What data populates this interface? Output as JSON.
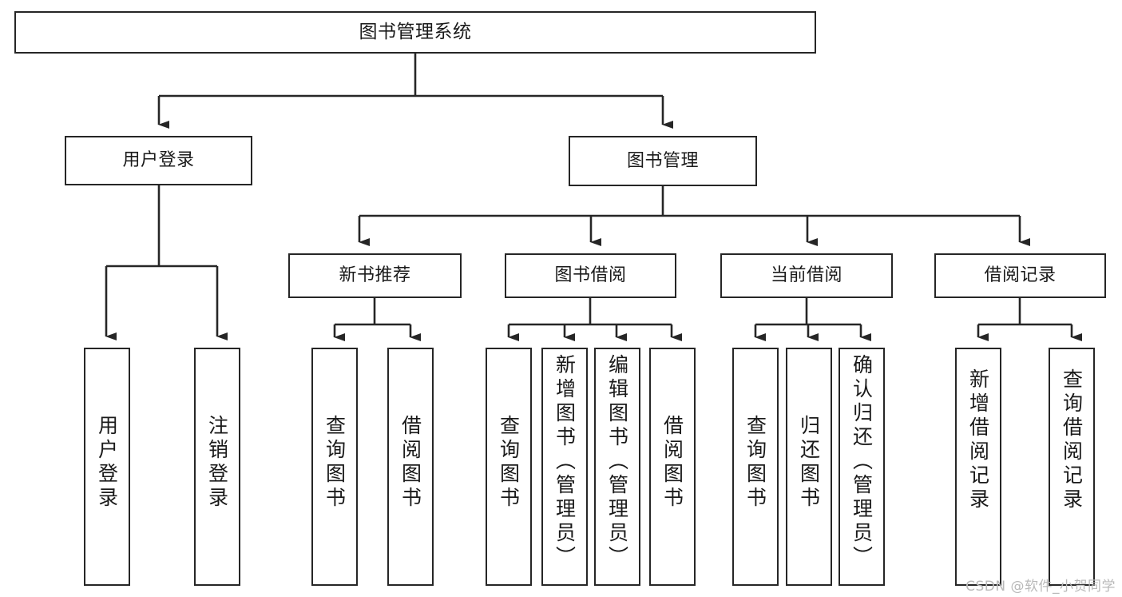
{
  "diagram": {
    "title": "图书管理系统",
    "type": "功能结构图",
    "colors": {
      "box_border": "#262626",
      "box_fill": "#ffffff",
      "connector": "#262626",
      "text": "#1a1a1a",
      "watermark": "#b9b9b9"
    },
    "watermark": "CSDN @软件_小贺同学",
    "nodes": {
      "root": {
        "label": "图书管理系统"
      },
      "level2": [
        {
          "id": "user-login",
          "label": "用户登录"
        },
        {
          "id": "book-management",
          "label": "图书管理"
        }
      ],
      "level3": [
        {
          "id": "new-book-recommend",
          "label": "新书推荐"
        },
        {
          "id": "book-borrow",
          "label": "图书借阅"
        },
        {
          "id": "current-borrow",
          "label": "当前借阅"
        },
        {
          "id": "borrow-record",
          "label": "借阅记录"
        }
      ],
      "leaves": {
        "user_login": [
          {
            "id": "leaf-user-login",
            "label": "用户登录"
          },
          {
            "id": "leaf-logout-login",
            "label": "注销登录"
          }
        ],
        "new_book_recommend": [
          {
            "id": "leaf-query-book-1",
            "label": "查询图书"
          },
          {
            "id": "leaf-borrow-book-1",
            "label": "借阅图书"
          }
        ],
        "book_borrow": [
          {
            "id": "leaf-query-book-2",
            "label": "查询图书"
          },
          {
            "id": "leaf-add-book",
            "label": "新增图书（管理员）"
          },
          {
            "id": "leaf-edit-book",
            "label": "编辑图书（管理员）"
          },
          {
            "id": "leaf-borrow-book-2",
            "label": "借阅图书"
          }
        ],
        "current_borrow": [
          {
            "id": "leaf-query-book-3",
            "label": "查询图书"
          },
          {
            "id": "leaf-return-book",
            "label": "归还图书"
          },
          {
            "id": "leaf-confirm-return",
            "label": "确认归还（管理员）"
          }
        ],
        "borrow_record": [
          {
            "id": "leaf-add-borrow-record",
            "label": "新增借阅记录"
          },
          {
            "id": "leaf-query-borrow-record",
            "label": "查询借阅记录"
          }
        ]
      }
    }
  }
}
